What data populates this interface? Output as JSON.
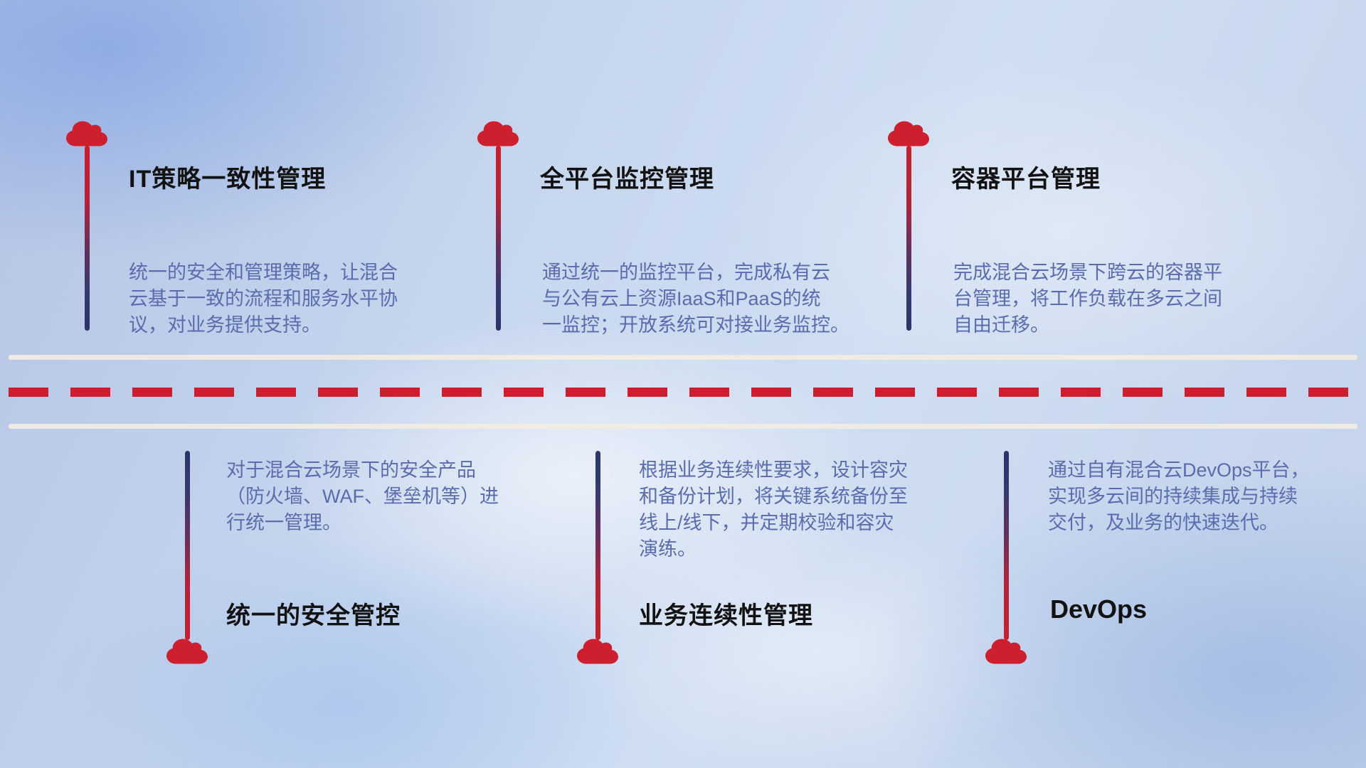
{
  "colors": {
    "cloud_red": "#ce1f2e",
    "dash_red": "#c8202e",
    "title_color": "#121212",
    "desc_color": "#5a6cae",
    "road_white": "#f2ece2"
  },
  "items": [
    {
      "id": "it-policy",
      "position": "top",
      "title": "IT策略一致性管理",
      "description": "统一的安全和管理策略，让混合\n云基于一致的流程和服务水平协\n议，对业务提供支持。"
    },
    {
      "id": "platform-monitoring",
      "position": "top",
      "title": "全平台监控管理",
      "description": "通过统一的监控平台，完成私有云\n与公有云上资源IaaS和PaaS的统\n一监控；开放系统可对接业务监控。"
    },
    {
      "id": "container-platform",
      "position": "top",
      "title": "容器平台管理",
      "description": "完成混合云场景下跨云的容器平\n台管理，将工作负载在多云之间\n自由迁移。"
    },
    {
      "id": "unified-security",
      "position": "bottom",
      "title": "统一的安全管控",
      "description": "对于混合云场景下的安全产品\n（防火墙、WAF、堡垒机等）进\n行统一管理。"
    },
    {
      "id": "business-continuity",
      "position": "bottom",
      "title": "业务连续性管理",
      "description": "根据业务连续性要求，设计容灾\n和备份计划，将关键系统备份至\n线上/线下，并定期校验和容灾\n演练。"
    },
    {
      "id": "devops",
      "position": "bottom",
      "title": "DevOps",
      "description": "通过自有混合云DevOps平台，\n实现多云间的持续集成与持续\n交付，及业务的快速迭代。"
    }
  ]
}
